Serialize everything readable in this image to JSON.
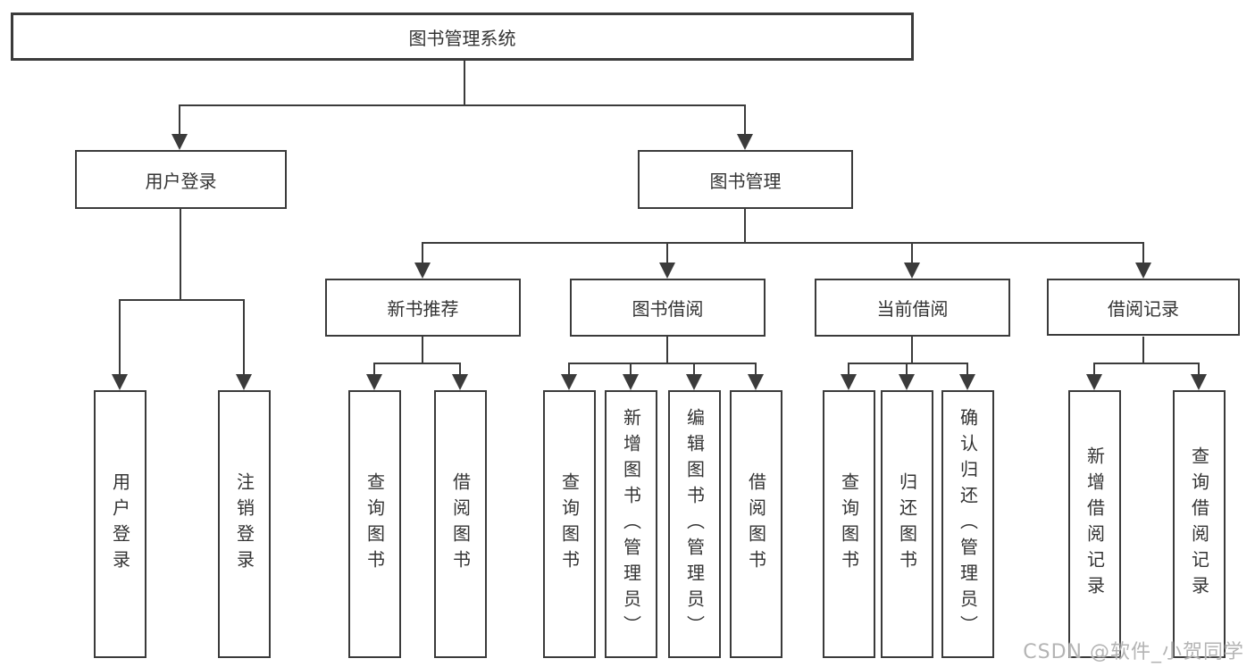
{
  "tree": {
    "root": "图书管理系统",
    "children": [
      {
        "label": "用户登录",
        "children": [
          "用户登录",
          "注销登录"
        ]
      },
      {
        "label": "图书管理",
        "children": [
          {
            "label": "新书推荐",
            "children": [
              "查询图书",
              "借阅图书"
            ]
          },
          {
            "label": "图书借阅",
            "children": [
              "查询图书",
              "新增图书（管理员）",
              "编辑图书（管理员）",
              "借阅图书"
            ]
          },
          {
            "label": "当前借阅",
            "children": [
              "查询图书",
              "归还图书",
              "确认归还（管理员）"
            ]
          },
          {
            "label": "借阅记录",
            "children": [
              "新增借阅记录",
              "查询借阅记录"
            ]
          }
        ]
      }
    ]
  },
  "watermark": {
    "text": "CSDN @软件_小贺同学"
  },
  "colors": {
    "line": "#3b3b3b",
    "text": "#333333",
    "node_background": "#ffffff",
    "canvas_background": "#ffffff",
    "watermark": "#b4b4b4"
  }
}
